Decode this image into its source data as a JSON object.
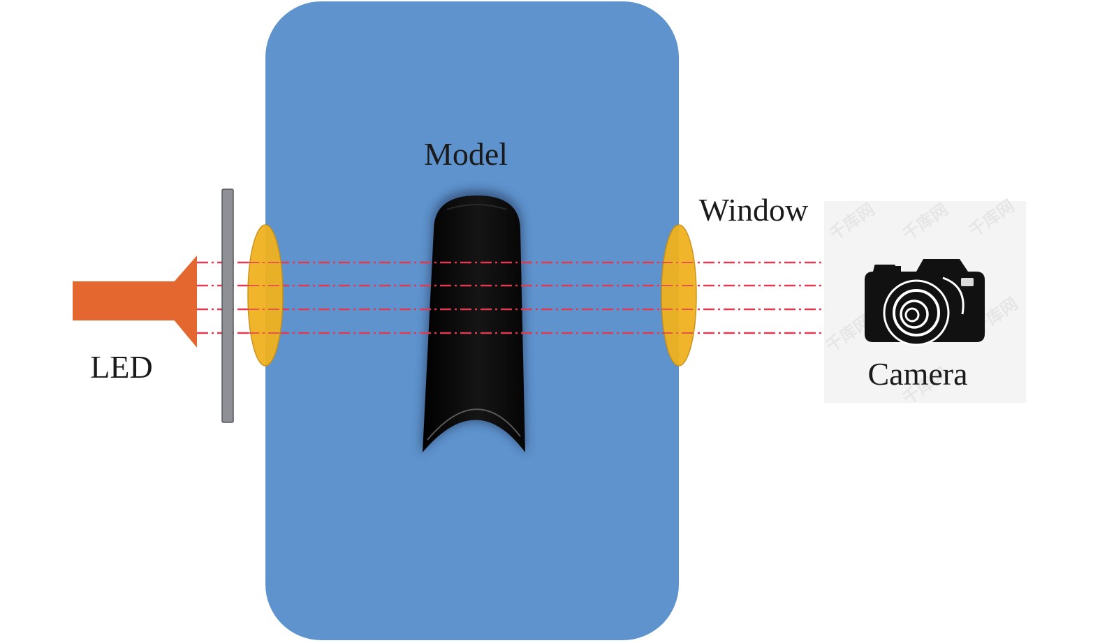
{
  "labels": {
    "model": "Model",
    "window": "Window",
    "led": "LED",
    "camera": "Camera"
  },
  "watermark": {
    "text": "千库网"
  },
  "colors": {
    "tank": "#5f93cd",
    "window": "#f0b21f",
    "window_edge": "#c98d12",
    "led": "#e4672f",
    "beam": "#e03a52",
    "plate": "#8e9096",
    "model": "#0b0b0b",
    "camera_bg": "#f4f4f4",
    "camera_body": "#111111"
  },
  "icons": {
    "camera": "camera-icon",
    "led": "led-source-icon"
  }
}
